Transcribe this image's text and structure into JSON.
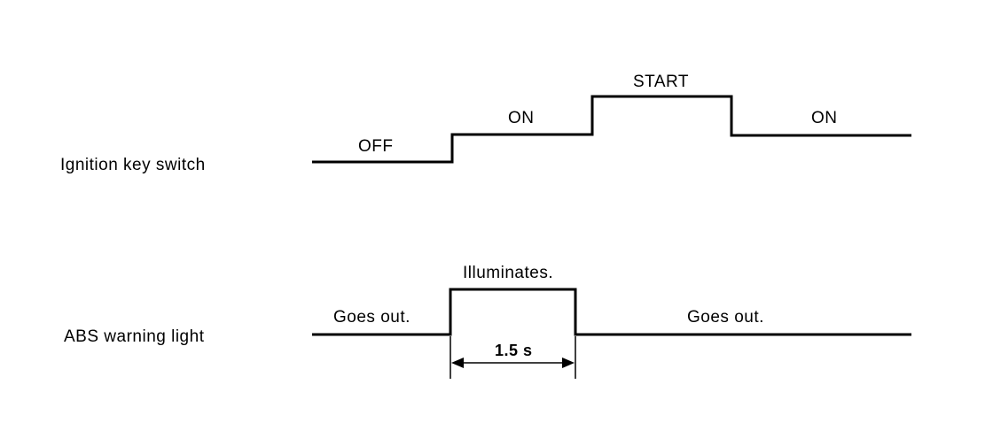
{
  "ignition": {
    "row_label": "Ignition key switch",
    "states": {
      "off": "OFF",
      "on_first": "ON",
      "start": "START",
      "on_second": "ON"
    }
  },
  "abs": {
    "row_label": "ABS warning light",
    "states": {
      "goes_out_before": "Goes out.",
      "illuminates": "Illuminates.",
      "goes_out_after": "Goes out."
    },
    "duration_label": "1.5 s"
  }
}
